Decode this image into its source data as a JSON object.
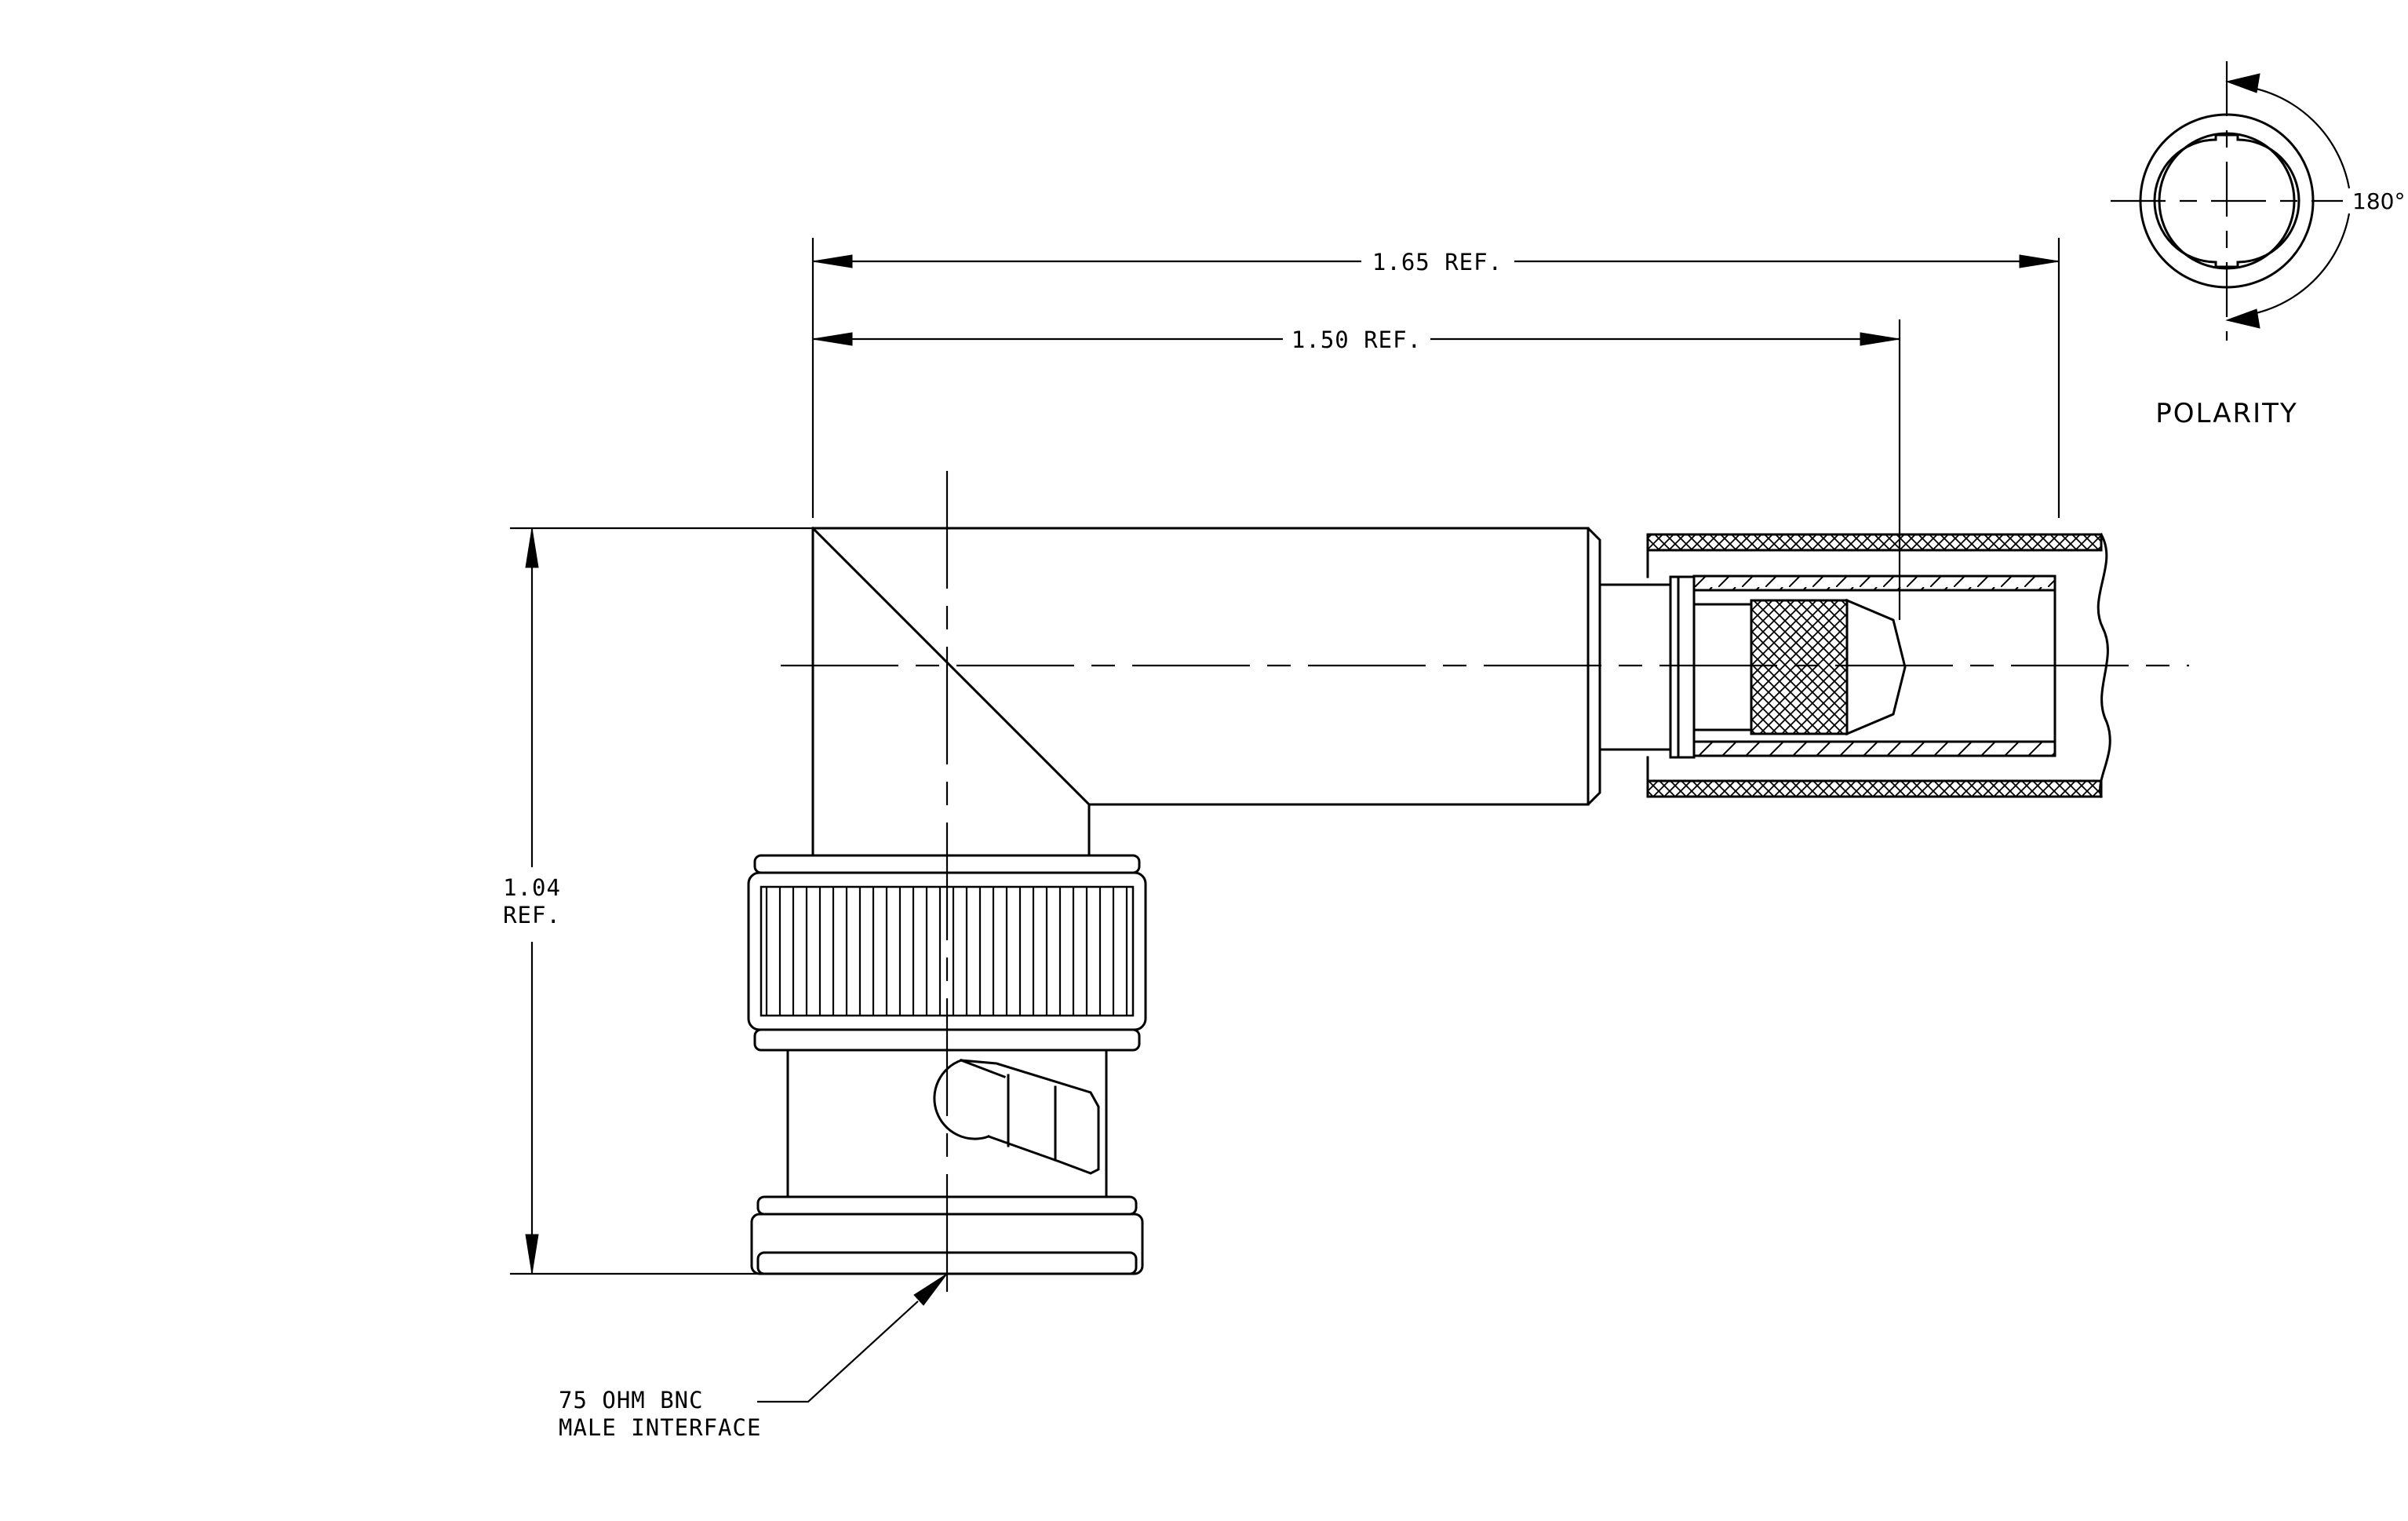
{
  "dimensions": {
    "overall_length": "1.65 REF.",
    "body_length": "1.50 REF.",
    "height_value": "1.04",
    "height_ref": "REF."
  },
  "callout": {
    "line1": "75 OHM BNC",
    "line2": "MALE INTERFACE"
  },
  "polarity": {
    "label": "POLARITY",
    "angle": "180°"
  }
}
